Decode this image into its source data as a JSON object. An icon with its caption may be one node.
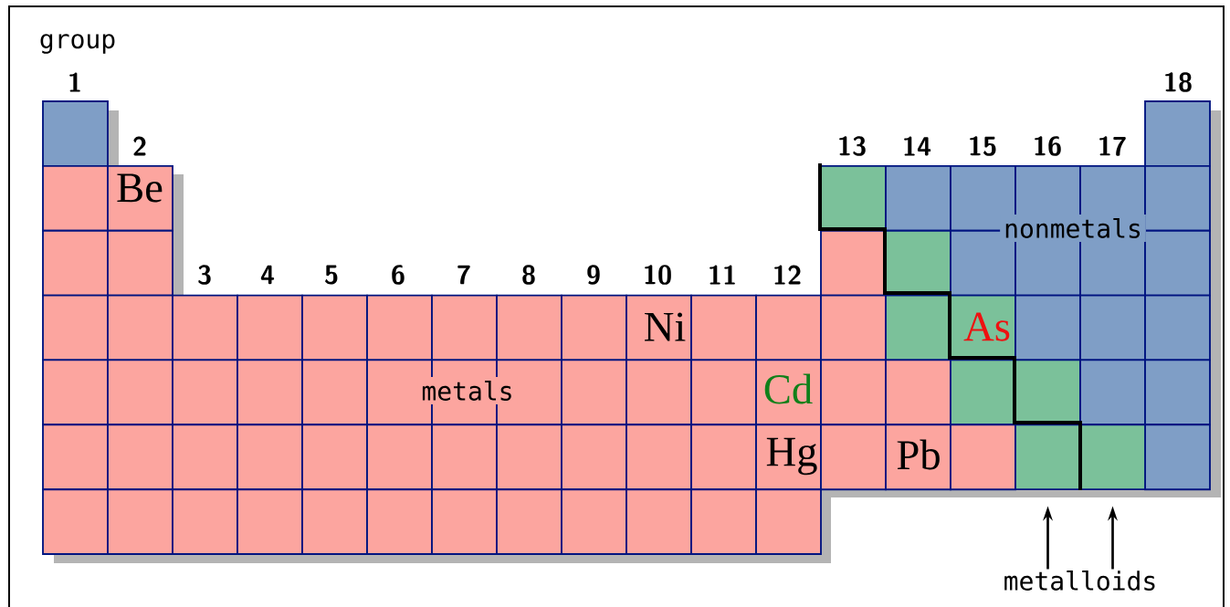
{
  "diagram": {
    "nodes": [
      {
        "text": [],
        "shape": "box"
      },
      {
        "text": [],
        "shape": "box"
      },
      {
        "text": [
          "metalloids"
        ]
      }
    ],
    "edges": [
      {
        "from": 2,
        "to": 0,
        "arrow": "to"
      },
      {
        "from": 2,
        "to": 1,
        "arrow": "to"
      }
    ],
    "labels": [
      "group",
      "1",
      "18",
      "2",
      "13",
      "14",
      "15",
      "16",
      "17",
      "Be",
      "nonmetals",
      "3",
      "4",
      "5",
      "6",
      "7",
      "8",
      "9",
      "10",
      "11",
      "12",
      "Ni",
      "As",
      "metals",
      "Cd",
      "Hg",
      "Pb"
    ]
  }
}
